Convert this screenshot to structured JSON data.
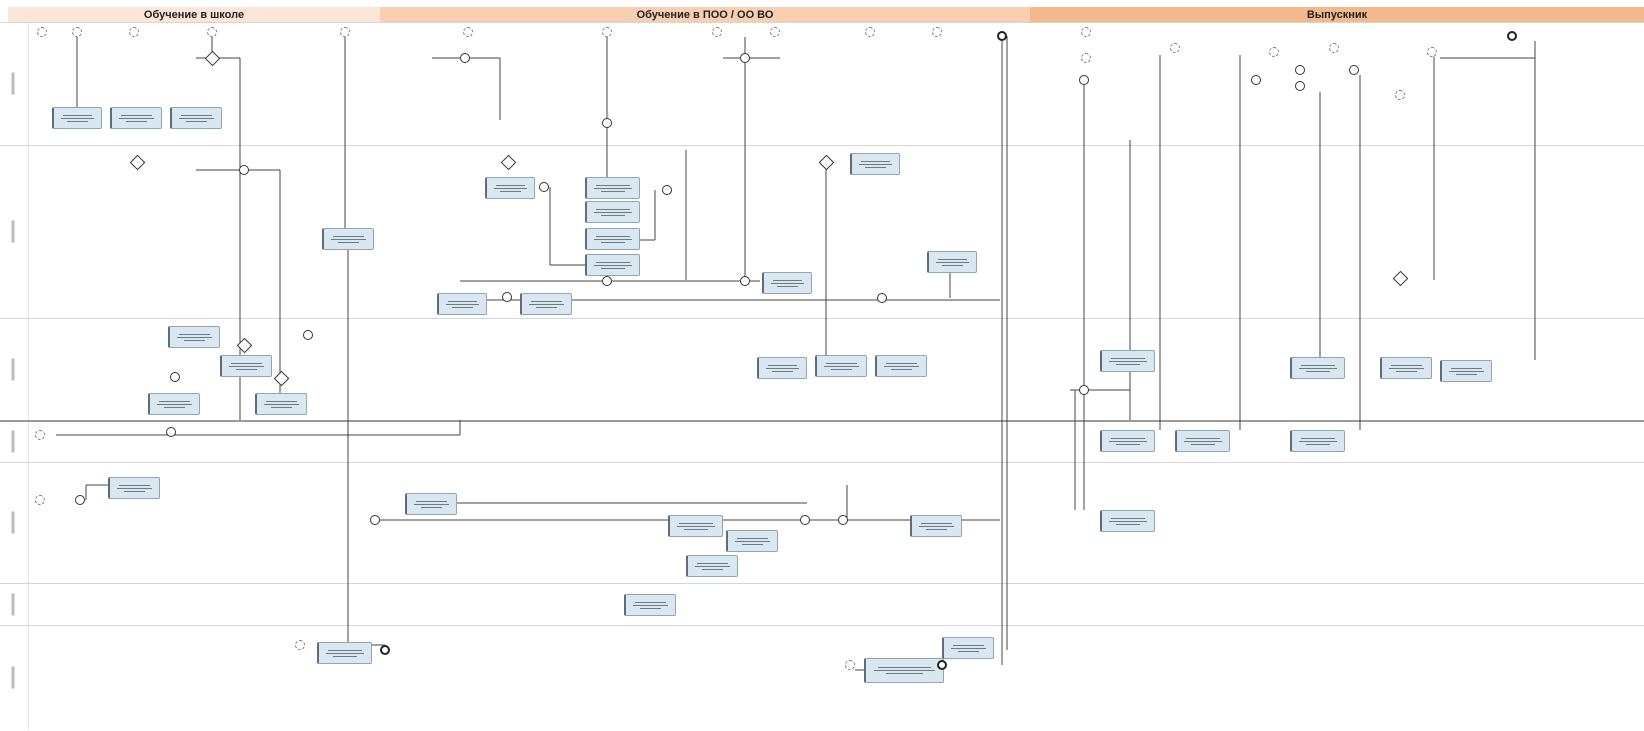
{
  "diagram": {
    "phases": [
      {
        "label": "Обучение в школе",
        "color": "#fce6d6"
      },
      {
        "label": "Обучение в ПОО / ОО ВО",
        "color": "#f8d0b1"
      },
      {
        "label": "Выпускник",
        "color": "#f3b88b"
      }
    ],
    "task_color": "#d9e8f0"
  }
}
